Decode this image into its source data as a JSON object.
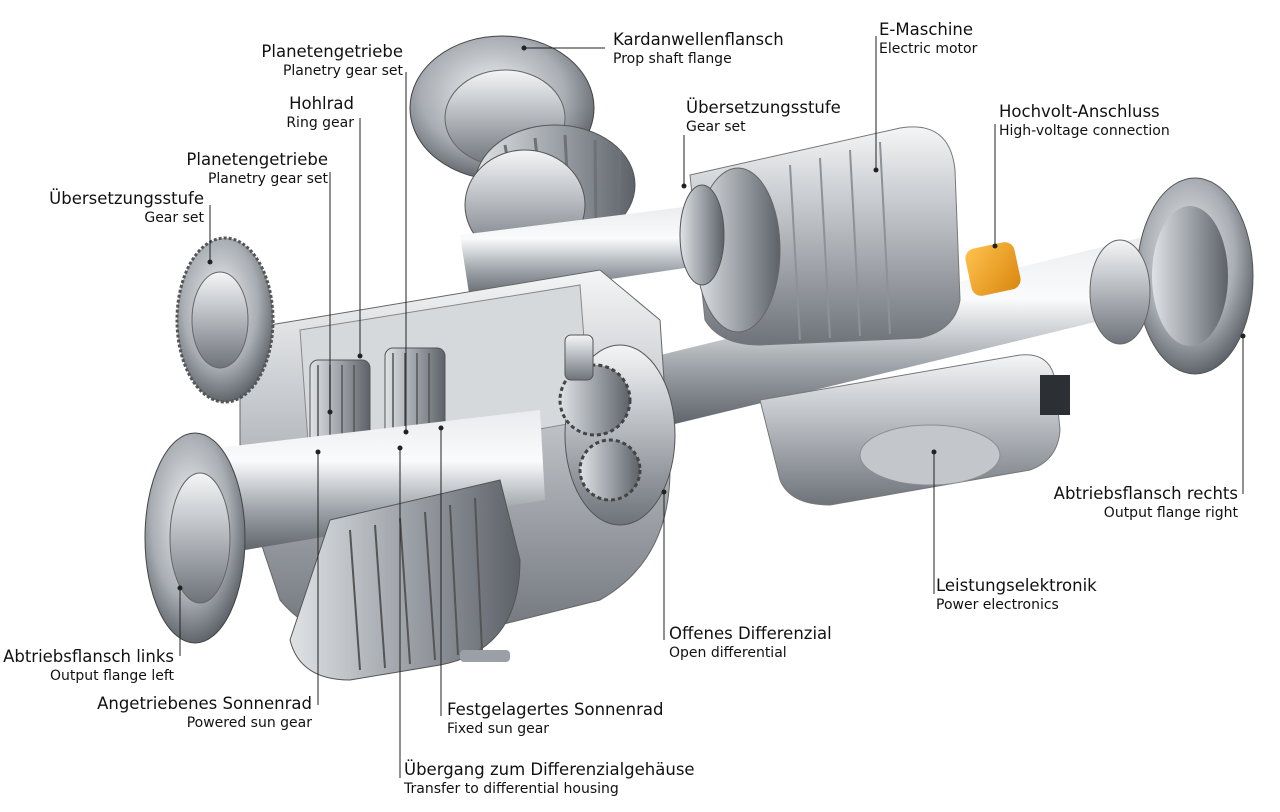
{
  "colors": {
    "text": "#111111",
    "leader": "#222222",
    "accent_hv": "#f2a31b"
  },
  "labels": {
    "planetary_top": {
      "de": "Planetengetriebe",
      "en": "Planetry gear set"
    },
    "ring_gear": {
      "de": "Hohlrad",
      "en": "Ring gear"
    },
    "planetary_mid": {
      "de": "Planetengetriebe",
      "en": "Planetry gear set"
    },
    "gear_set_left": {
      "de": "Übersetzungsstufe",
      "en": "Gear set"
    },
    "prop_shaft": {
      "de": "Kardanwellenflansch",
      "en": "Prop shaft flange"
    },
    "gear_set_right": {
      "de": "Übersetzungsstufe",
      "en": "Gear set"
    },
    "e_machine": {
      "de": "E-Maschine",
      "en": "Electric motor"
    },
    "hv_connection": {
      "de": "Hochvolt-Anschluss",
      "en": "High-voltage connection"
    },
    "flange_right": {
      "de": "Abtriebsflansch rechts",
      "en": "Output flange right"
    },
    "power_electronics": {
      "de": "Leistungselektronik",
      "en": "Power electronics"
    },
    "open_diff": {
      "de": "Offenes Differenzial",
      "en": "Open differential"
    },
    "flange_left": {
      "de": "Abtriebsflansch links",
      "en": "Output flange left"
    },
    "powered_sun": {
      "de": "Angetriebenes Sonnenrad",
      "en": "Powered sun gear"
    },
    "fixed_sun": {
      "de": "Festgelagertes Sonnenrad",
      "en": "Fixed sun gear"
    },
    "transfer_diff": {
      "de": "Übergang zum Differenzialgehäuse",
      "en": "Transfer to differential housing"
    }
  }
}
